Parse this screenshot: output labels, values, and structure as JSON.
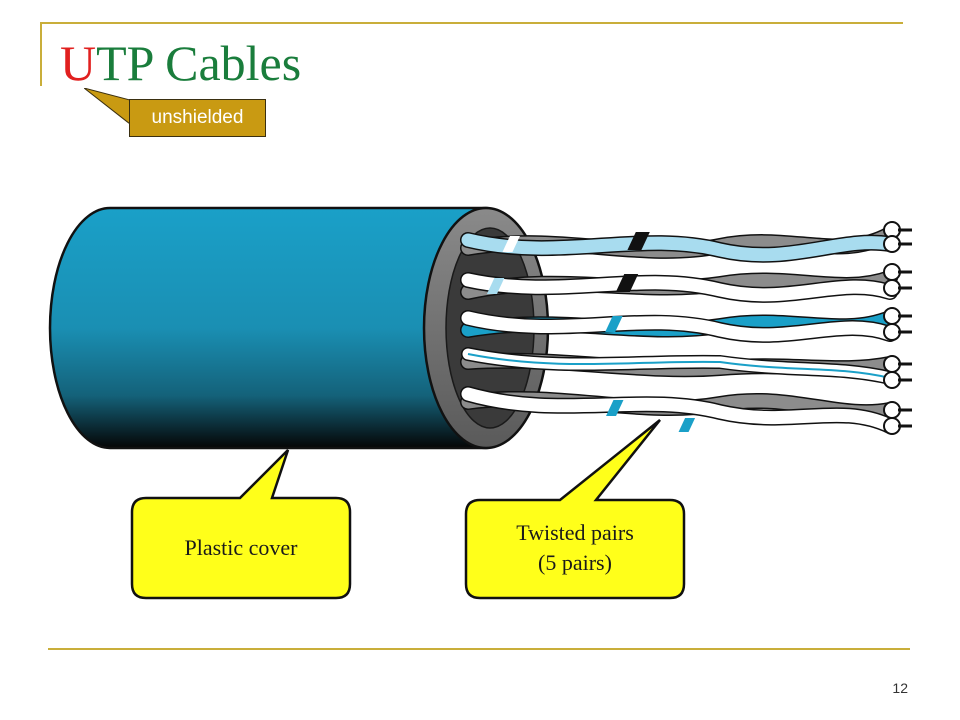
{
  "slide": {
    "title_first_letter": "U",
    "title_rest": "TP Cables",
    "callout_unshielded": "unshielded",
    "page_number": "12"
  },
  "diagram": {
    "plastic_cover_label": "Plastic cover",
    "twisted_pairs_label_line1": "Twisted pairs",
    "twisted_pairs_label_line2": "(5 pairs)"
  },
  "colors": {
    "title_green": "#1a7d3c",
    "title_red": "#e1201f",
    "frame_gold": "#c9ae3a",
    "callout_gold": "#c99a12",
    "cable_blue": "#1aa0c8",
    "label_yellow": "#ffff1a",
    "wire_grey": "#8c8c8c",
    "wire_light_blue": "#a8dcef",
    "wire_white": "#ffffff"
  }
}
